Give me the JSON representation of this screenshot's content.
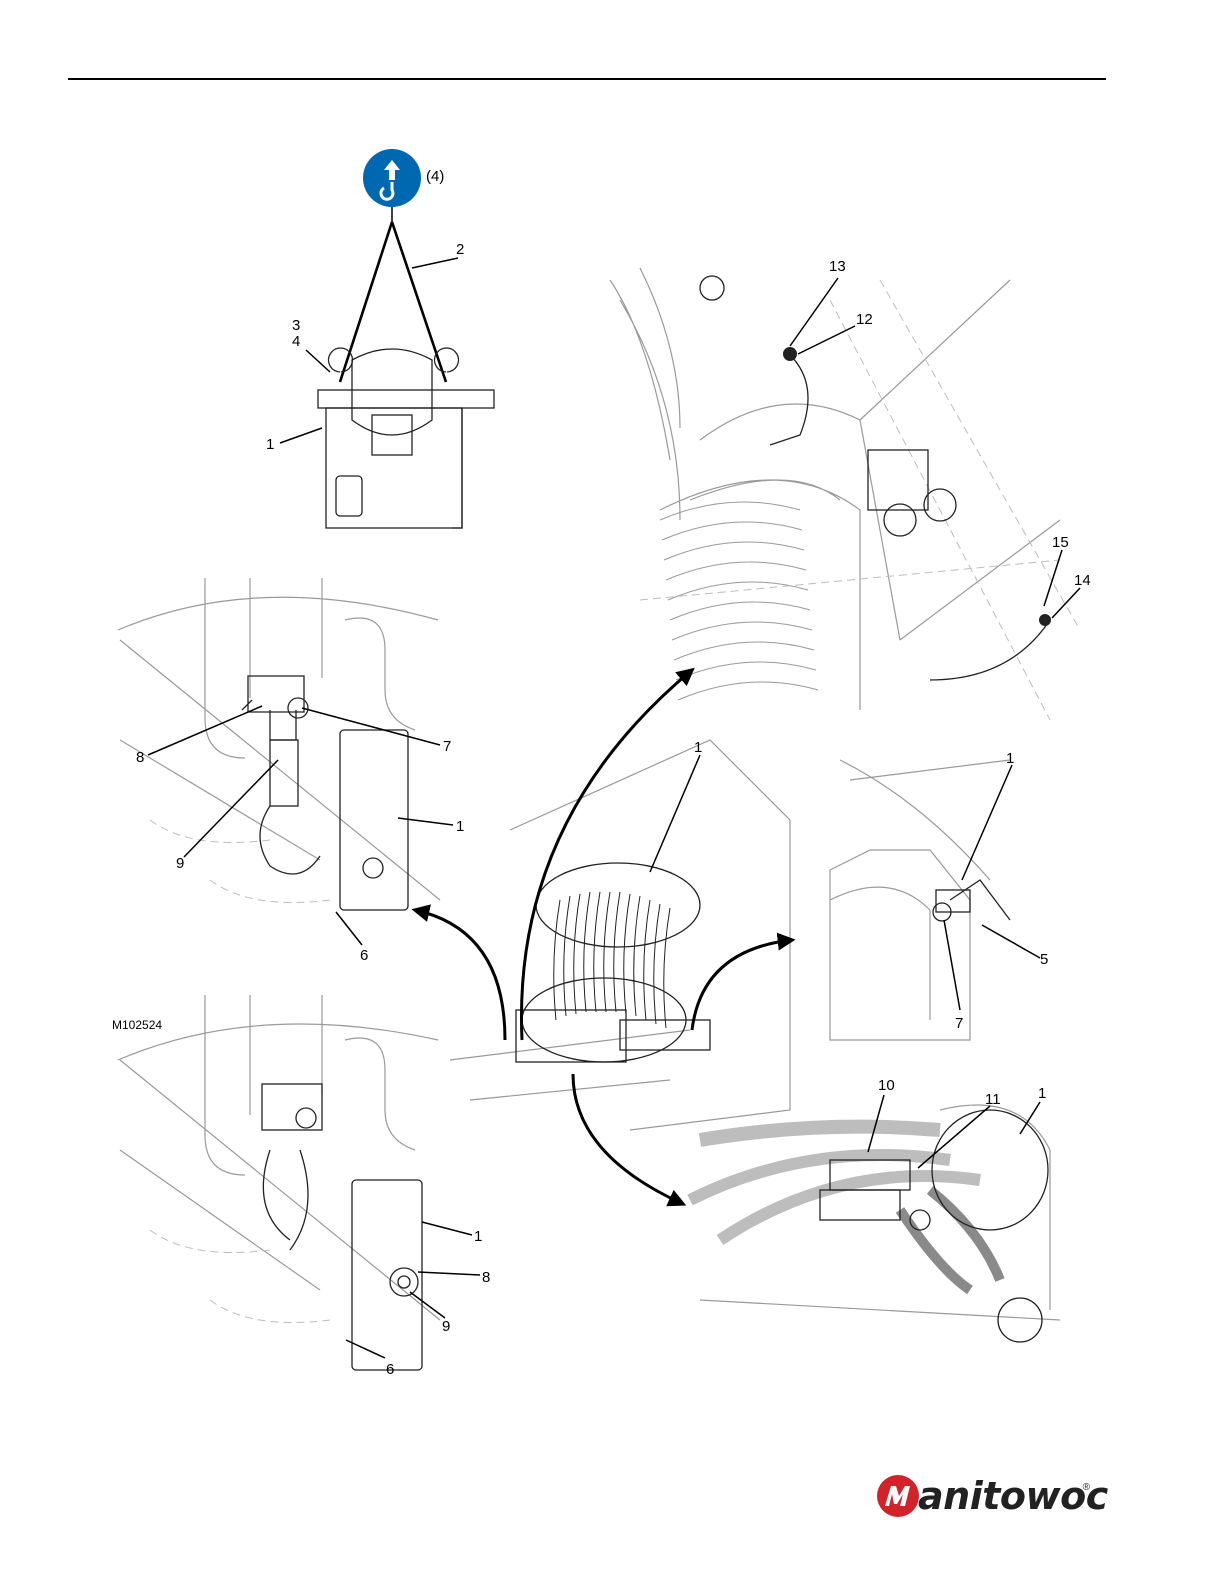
{
  "figure_id": "M102524",
  "lift_symbol_label": "(4)",
  "callouts": {
    "top": [
      "2",
      "3",
      "4",
      "1"
    ],
    "upper_right": [
      "13",
      "12",
      "15",
      "14"
    ],
    "upper_left": [
      "7",
      "8",
      "1",
      "9",
      "6"
    ],
    "center": [
      "1"
    ],
    "mid_right": [
      "1",
      "5",
      "7"
    ],
    "lower_left": [
      "1",
      "8",
      "9",
      "6"
    ],
    "lower_right": [
      "10",
      "11",
      "1"
    ]
  },
  "brand": {
    "name": "Manitowoc",
    "wordmark_tail": "anitowoc",
    "registered": "®",
    "color": "#d2232a"
  },
  "colors": {
    "symbol_blue": "#0067b1"
  }
}
